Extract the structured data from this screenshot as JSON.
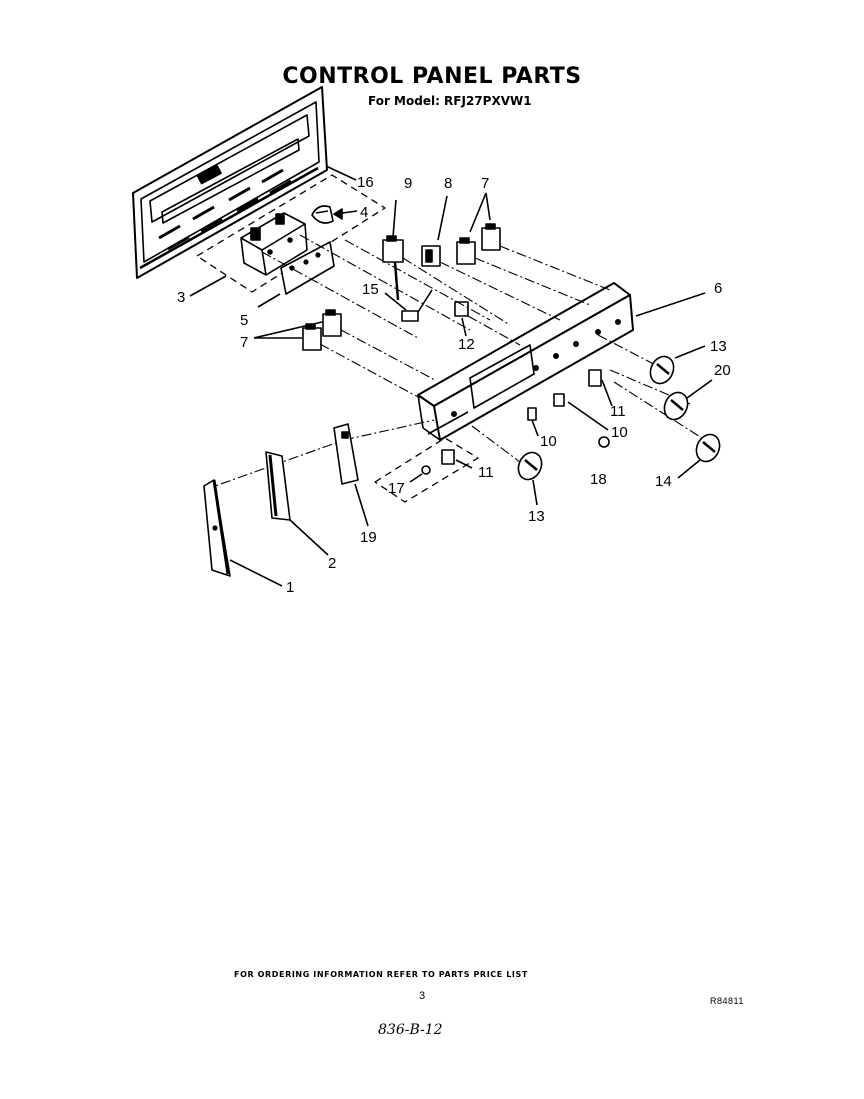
{
  "header": {
    "title": "CONTROL PANEL PARTS",
    "model_line": "For Model: RFJ27PXVW1"
  },
  "callouts": {
    "c1": "1",
    "c2": "2",
    "c3": "3",
    "c4": "4",
    "c5": "5",
    "c6": "6",
    "c7a": "7",
    "c7b": "7",
    "c8": "8",
    "c9": "9",
    "c10a": "10",
    "c10b": "10",
    "c11a": "11",
    "c11b": "11",
    "c12": "12",
    "c13a": "13",
    "c13b": "13",
    "c14": "14",
    "c15": "15",
    "c16": "16",
    "c17": "17",
    "c18": "18",
    "c19": "19",
    "c20": "20"
  },
  "footer": {
    "ordering_note": "FOR ORDERING INFORMATION REFER TO PARTS PRICE LIST",
    "page_number": "3",
    "doc_code": "R84811",
    "handwritten": "836-B-12"
  }
}
